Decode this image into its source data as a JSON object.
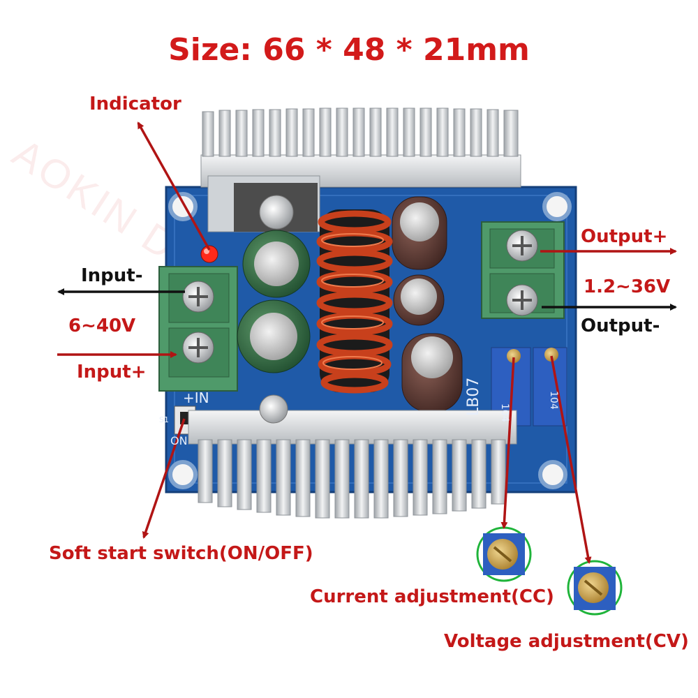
{
  "title": "Size: 66 * 48 * 21mm",
  "watermark": "AOKIN Direct Store",
  "labels": {
    "indicator": "Indicator",
    "input_minus": "Input-",
    "input_voltage": "6~40V",
    "input_plus": "Input+",
    "output_plus": "Output+",
    "output_voltage": "1.2~36V",
    "output_minus": "Output-",
    "soft_start": "Soft start switch(ON/OFF)",
    "current_adj": "Current adjustment(CC)",
    "voltage_adj": "Voltage adjustment(CV)"
  },
  "board_marks": {
    "plus_in": "+IN",
    "model": "LB07",
    "pot_code": "104",
    "switch_on": "ON",
    "switch_ref": "S1"
  },
  "colors": {
    "label_red": "#c41818",
    "label_black": "#111111",
    "pcb_blue": "#1f5aa8",
    "terminal_green": "#4f9a6a",
    "coil_copper": "#c8401c",
    "pot_blue": "#2d5fc0",
    "pot_brass": "#c9a04a",
    "circle_green": "#1fb43a",
    "heatsink": "#d9dde0"
  }
}
